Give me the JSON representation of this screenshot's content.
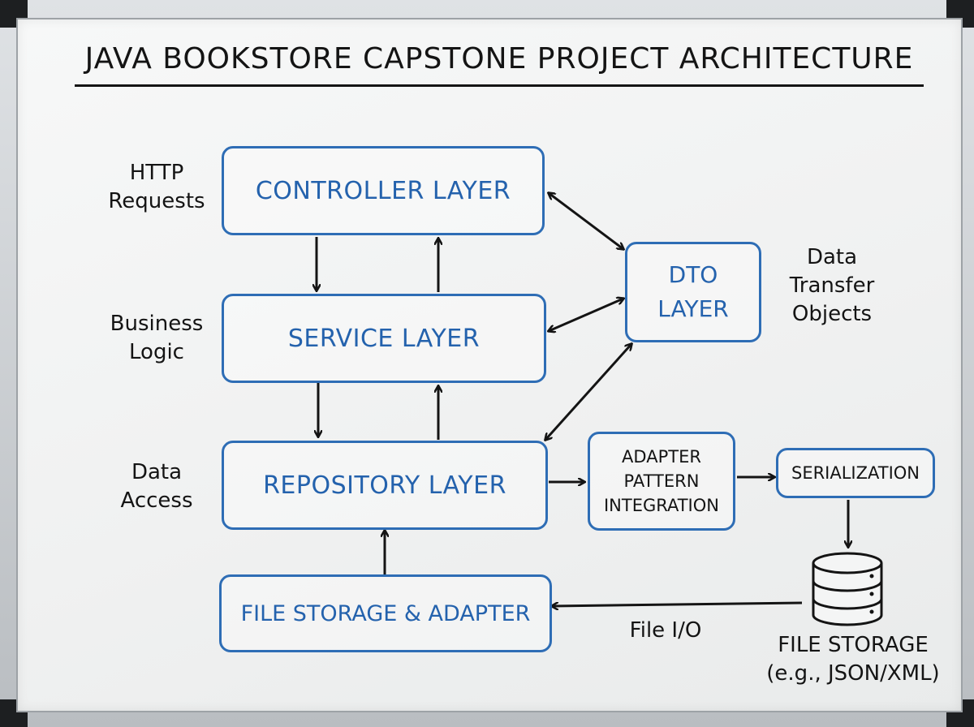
{
  "title": "JAVA BOOKSTORE CAPSTONE PROJECT ARCHITECTURE",
  "colors": {
    "box_border": "#2e6db5",
    "box_text": "#2462ad",
    "ink": "#141414"
  },
  "layers": {
    "controller": "CONTROLLER LAYER",
    "service": "SERVICE LAYER",
    "repository": "REPOSITORY LAYER",
    "file_storage_adapter": "FILE STORAGE & ADAPTER"
  },
  "dto": {
    "line1": "DTO",
    "line2": "LAYER"
  },
  "adapter": {
    "line1": "ADAPTER",
    "line2": "PATTERN",
    "line3": "INTEGRATION"
  },
  "serialization": "SERIALIZATION",
  "notes": {
    "http": {
      "line1": "HTTP",
      "line2": "Requests"
    },
    "business": {
      "line1": "Business",
      "line2": "Logic"
    },
    "data_access": {
      "line1": "Data",
      "line2": "Access"
    },
    "dto_desc": {
      "line1": "Data",
      "line2": "Transfer",
      "line3": "Objects"
    },
    "file_io": "File I/O",
    "storage": {
      "line1": "FILE STORAGE",
      "line2": "(e.g., JSON/XML)"
    }
  },
  "icons": {
    "storage": "database-icon"
  }
}
